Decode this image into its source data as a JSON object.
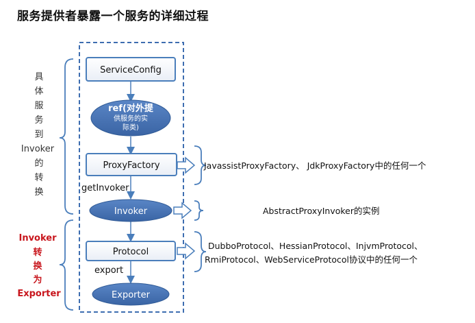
{
  "title": "服务提供者暴露一个服务的详细过程",
  "nodes": {
    "service_config": "ServiceConfig",
    "ref_line1": "ref(对外提",
    "ref_line2": "供服务的实",
    "ref_line3": "际类)",
    "proxy_factory": "ProxyFactory",
    "invoker": "Invoker",
    "protocol": "Protocol",
    "exporter": "Exporter"
  },
  "edge_labels": {
    "get_invoker": "getInvoker",
    "export": "export"
  },
  "notes": {
    "proxy_factory_note": "JavassistProxyFactory、 JdkProxyFactory中的任何一个",
    "invoker_note": "AbstractProxyInvoker的实例",
    "protocol_note_line1": "DubboProtocol、HessianProtocol、InjvmProtocol、",
    "protocol_note_line2": "RmiProtocol、WebServiceProtocol协议中的任何一个"
  },
  "side_labels": {
    "upper": [
      "具",
      "体",
      "服",
      "务",
      "到",
      "Invoker",
      "的",
      "转",
      "换"
    ],
    "lower": [
      "Invoker",
      "转",
      "换",
      "为",
      "Exporter"
    ]
  },
  "colors": {
    "box_border": "#4a7ebb",
    "ellipse_fill": "#4a72b0",
    "dashed_border": "#3d6db0",
    "arrow": "#4a7ebb",
    "red_label": "#c8161d"
  }
}
